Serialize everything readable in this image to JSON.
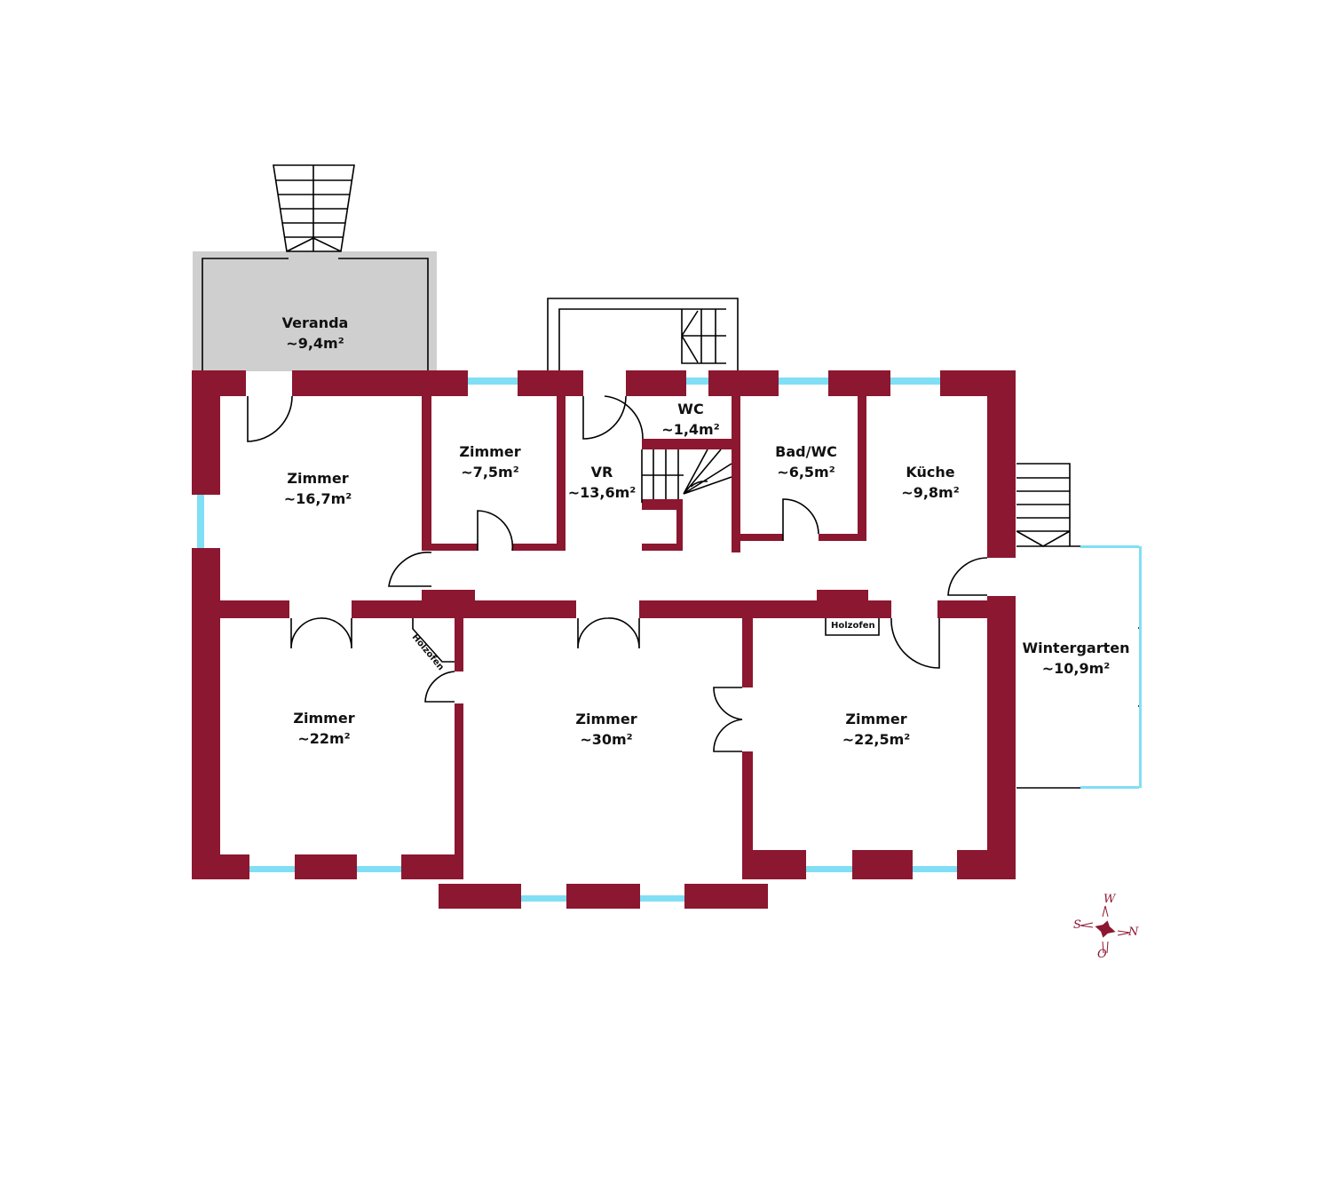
{
  "rooms": [
    {
      "name": "Veranda",
      "area": "~9,4m²"
    },
    {
      "name": "Zimmer",
      "area": "~16,7m²"
    },
    {
      "name": "Zimmer",
      "area": "~7,5m²"
    },
    {
      "name": "VR",
      "area": "~13,6m²"
    },
    {
      "name": "WC",
      "area": "~1,4m²"
    },
    {
      "name": "Bad/WC",
      "area": "~6,5m²"
    },
    {
      "name": "Küche",
      "area": "~9,8m²"
    },
    {
      "name": "Wintergarten",
      "area": "~10,9m²"
    },
    {
      "name": "Zimmer",
      "area": "~22m²"
    },
    {
      "name": "Zimmer",
      "area": "~30m²"
    },
    {
      "name": "Zimmer",
      "area": "~22,5m²"
    }
  ],
  "stoves": [
    "Holzofen",
    "Holzofen"
  ],
  "compass": {
    "north": "N",
    "south": "S",
    "west": "W",
    "east": "O"
  },
  "colors": {
    "wall": "#8c1730",
    "window": "#80dff5",
    "veranda": "#cfcfcf"
  }
}
